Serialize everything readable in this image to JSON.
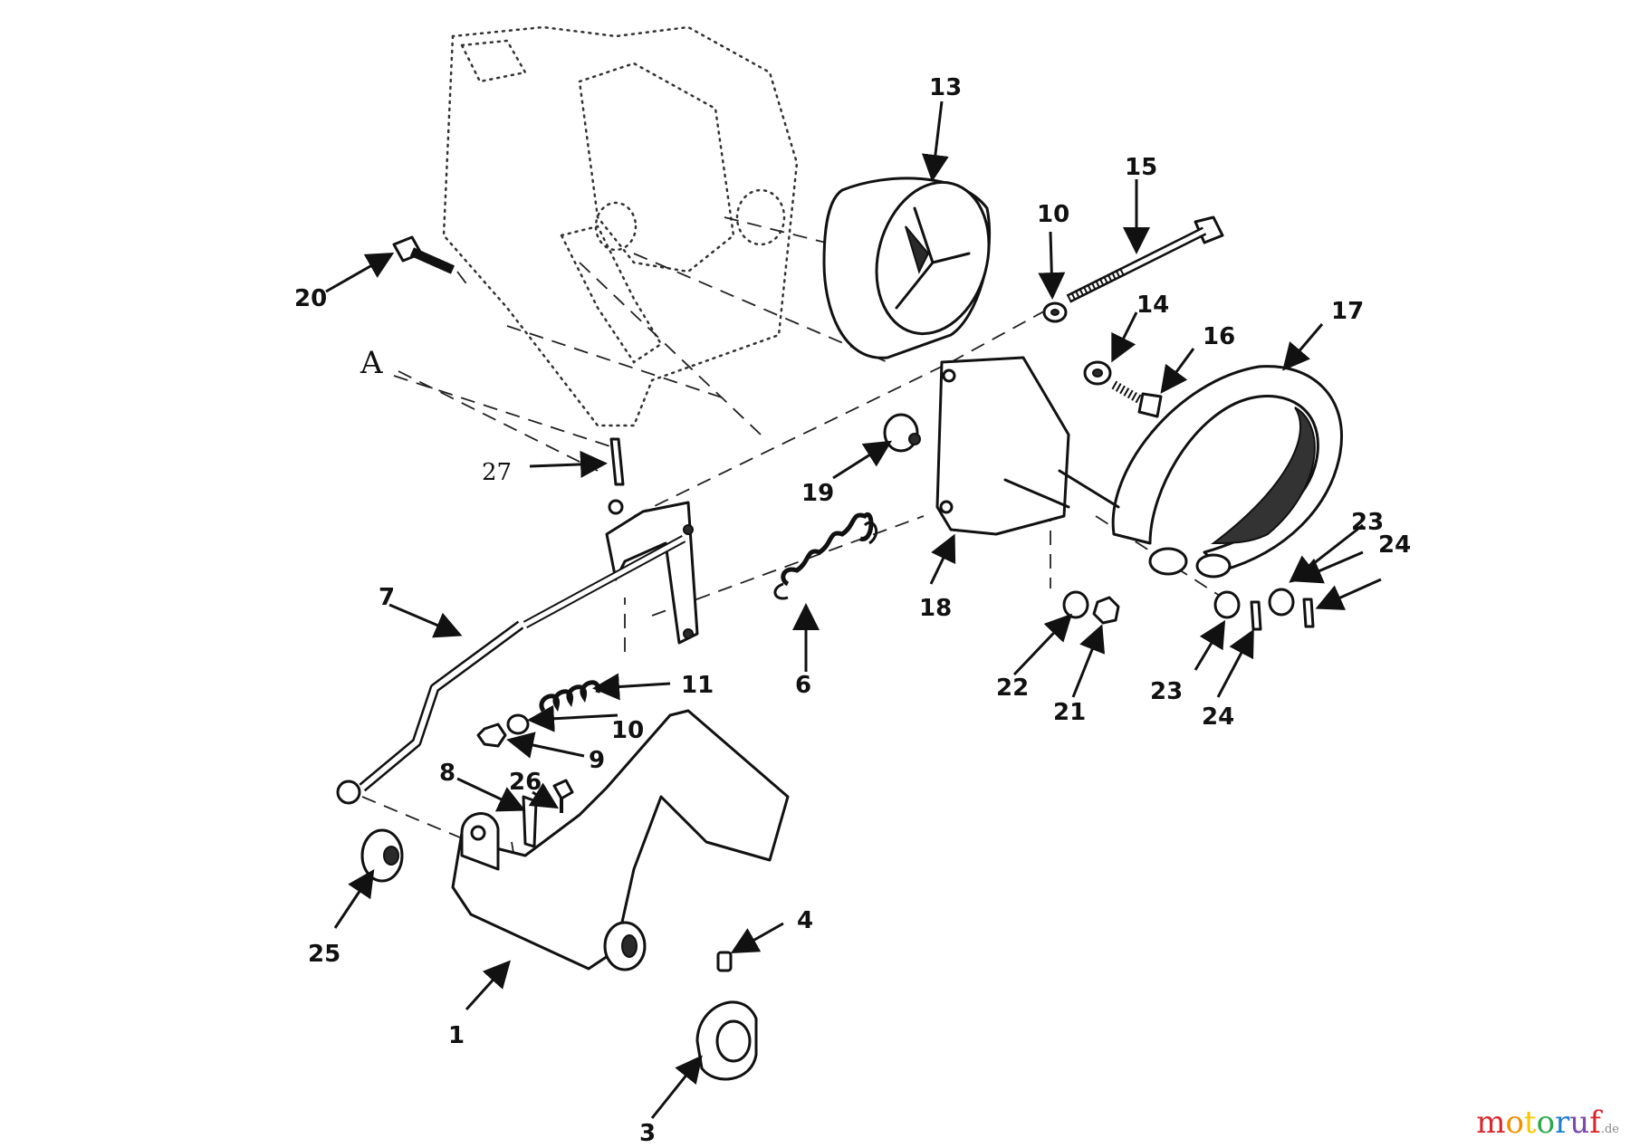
{
  "diagram": {
    "section_label": "A",
    "callouts": {
      "c1": "1",
      "c3": "3",
      "c4": "4",
      "c6": "6",
      "c7": "7",
      "c8": "8",
      "c9": "9",
      "c10a": "10",
      "c10b": "10",
      "c11": "11",
      "c13": "13",
      "c14": "14",
      "c15": "15",
      "c16": "16",
      "c17": "17",
      "c18": "18",
      "c19": "19",
      "c20": "20",
      "c21": "21",
      "c22": "22",
      "c23a": "23",
      "c23b": "23",
      "c24a": "24",
      "c24b": "24",
      "c25": "25",
      "c26": "26",
      "c27": "27"
    }
  },
  "watermark": {
    "text": "motoruf",
    "suffix": ".de",
    "colors": [
      "#d9262c",
      "#f29100",
      "#f7c600",
      "#2aa84a",
      "#1e7ec8",
      "#7b4aa8",
      "#d9262c"
    ]
  }
}
